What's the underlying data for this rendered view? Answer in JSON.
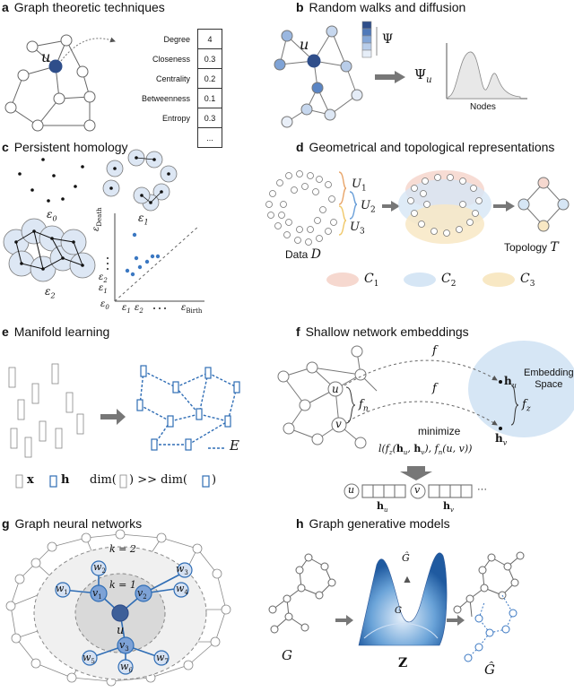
{
  "panels": {
    "a": {
      "letter": "a",
      "title": "Graph theoretic techniques",
      "node_label": "u",
      "rows": [
        {
          "key": "Degree",
          "val": "4"
        },
        {
          "key": "Closeness",
          "val": "0.3"
        },
        {
          "key": "Centrality",
          "val": "0.2"
        },
        {
          "key": "Betweenness",
          "val": "0.1"
        },
        {
          "key": "Entropy",
          "val": "0.3"
        },
        {
          "key": "",
          "val": "..."
        }
      ]
    },
    "b": {
      "letter": "b",
      "title": "Random walks and diffusion",
      "node_label": "u",
      "psi": "Ψ",
      "psi_u": "Ψu",
      "x_label": "Nodes"
    },
    "c": {
      "letter": "c",
      "title": "Persistent homology",
      "eps0": "ε0",
      "eps1": "ε1",
      "eps2": "ε2",
      "y_axis": "εDeath",
      "x_axis": "εBirth",
      "ticks_y": [
        "ε2",
        "ε1",
        "ε0"
      ],
      "ticks_x": [
        "ε1",
        "ε2"
      ]
    },
    "d": {
      "letter": "d",
      "title": "Geometrical and topological representations",
      "u1": "U1",
      "u2": "U2",
      "u3": "U3",
      "data_label": "Data D",
      "topology_label": "Topology T",
      "legend": [
        "C1",
        "C2",
        "C3"
      ],
      "legend_colors": [
        "#f6d8cf",
        "#d6e6f5",
        "#f8e8c4"
      ]
    },
    "e": {
      "letter": "e",
      "title": "Manifold learning",
      "edge_set": "E",
      "legend_x": "x",
      "legend_h": "h",
      "dim_text_a": "dim(",
      "dim_text_b": ") >> dim(",
      "dim_text_c": ")"
    },
    "f": {
      "letter": "f",
      "title": "Shallow network embeddings",
      "f": "f",
      "f2": "f",
      "fn": "fn",
      "u": "u",
      "v": "v",
      "space": "Embedding\nSpace",
      "hu": "hu",
      "hv": "hv",
      "fz": "fz",
      "minimize": "minimize",
      "loss": "l(fz(hu, hv), fn(u, v))",
      "vec_u": "u",
      "vec_v": "v",
      "vec_hu": "hu",
      "vec_hv": "hv",
      "ellipsis": "···"
    },
    "g": {
      "letter": "g",
      "title": "Graph neural networks",
      "center": "u",
      "k2": "k = 2",
      "k1": "k = 1",
      "nodes": [
        "w1",
        "w2",
        "w3",
        "w4",
        "w5",
        "w6",
        "w7",
        "v1",
        "v2",
        "v3"
      ]
    },
    "h": {
      "letter": "h",
      "title": "Graph generative models",
      "g": "G",
      "g_hat": "Ĝ",
      "z": "Z",
      "g_hat2": "Ĝ",
      "g_small": "G"
    }
  },
  "colors": {
    "accent": "#2f6db5",
    "node_dark": "#2f4e8a",
    "node_light": "#d5e1f2"
  }
}
